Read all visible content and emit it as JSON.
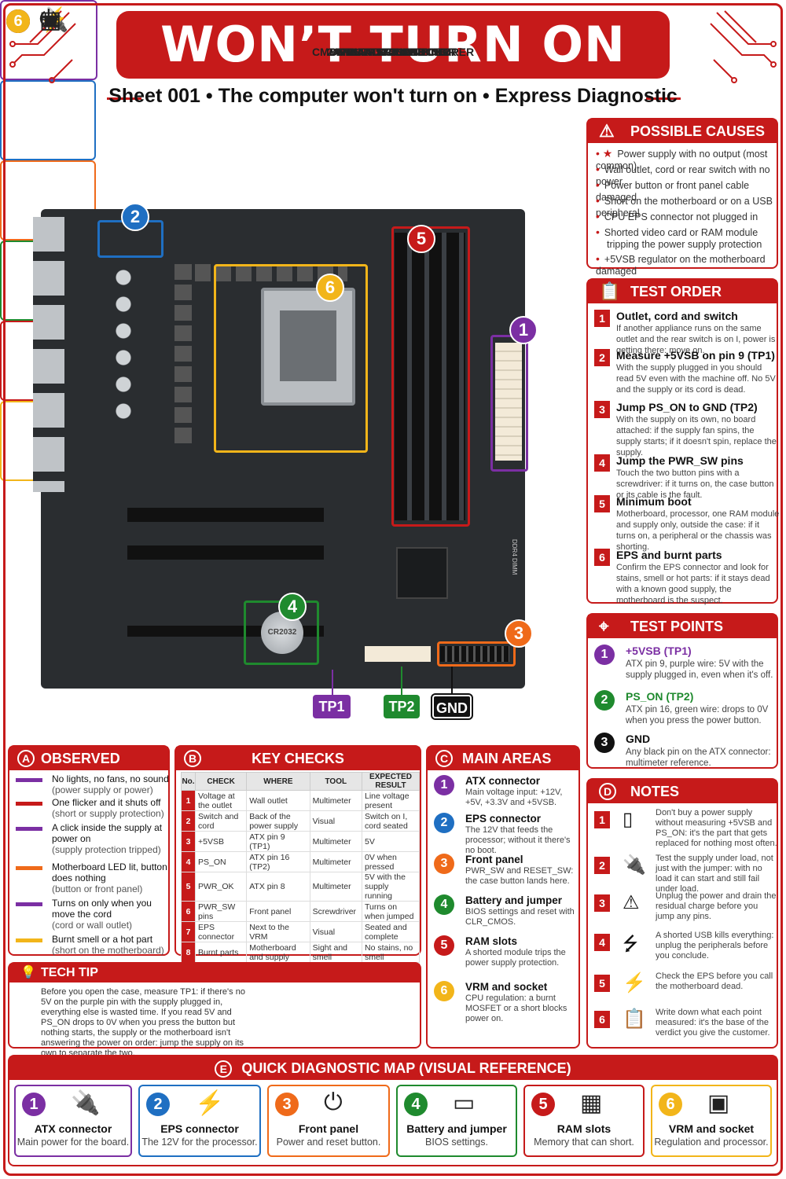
{
  "title": "WON’T TURN ON",
  "subtitle": "Sheet 001 • The computer won't turn on • Express Diagnostic",
  "colors": {
    "red": "#c61a1a",
    "purple": "#7b2fa3",
    "blue": "#1f6fc2",
    "orange": "#ef6a1a",
    "green": "#1f8a2e",
    "yellow": "#f2b51a",
    "black": "#111111"
  },
  "components": [
    {
      "num": "1",
      "label": "24-PIN ATX CONNECTOR",
      "icon": "plug-icon",
      "glyph": "🔌"
    },
    {
      "num": "2",
      "label": "8-PIN EPS CONNECTOR",
      "icon": "lightning-icon",
      "glyph": "⚡"
    },
    {
      "num": "3",
      "label": "FRONT PANEL PINS",
      "icon": "power-icon",
      "glyph": "⏻"
    },
    {
      "num": "4",
      "label": "CMOS BATTERY AND JUMPER",
      "icon": "battery-icon",
      "glyph": "▭"
    },
    {
      "num": "5",
      "label": "RAM SLOTS",
      "icon": "ram-icon",
      "glyph": "▦"
    },
    {
      "num": "6",
      "label": "VRM AND CPU SOCKET",
      "icon": "chip-icon",
      "glyph": "▣"
    }
  ],
  "causes": {
    "title": "POSSIBLE CAUSES",
    "items": [
      "Power supply with no output (most common)",
      "Wall outlet, cord or rear switch with no power",
      "Power button or front panel cable damaged",
      "Short on the motherboard or on a USB peripheral",
      "CPU EPS connector not plugged in",
      "Shorted video card or RAM module tripping the power supply protection",
      "+5VSB regulator on the motherboard damaged"
    ]
  },
  "test_order": {
    "title": "TEST ORDER",
    "steps": [
      {
        "n": "1",
        "t": "Outlet, cord and switch",
        "d": "If another appliance runs on the same outlet and the rear switch is on I, power is getting there: move on."
      },
      {
        "n": "2",
        "t": "Measure +5VSB on pin 9 (TP1)",
        "d": "With the supply plugged in you should read 5V even with the machine off. No 5V and the supply or its cord is dead."
      },
      {
        "n": "3",
        "t": "Jump PS_ON to GND (TP2)",
        "d": "With the supply on its own, no board attached: if the supply fan spins, the supply starts; if it doesn't spin, replace the supply."
      },
      {
        "n": "4",
        "t": "Jump the PWR_SW pins",
        "d": "Touch the two button pins with a screwdriver: if it turns on, the case button or its cable is the fault."
      },
      {
        "n": "5",
        "t": "Minimum boot",
        "d": "Motherboard, processor, one RAM module and supply only, outside the case: if it turns on, a peripheral or the chassis was shorting."
      },
      {
        "n": "6",
        "t": "EPS and burnt parts",
        "d": "Confirm the EPS connector and look for stains, smell or hot parts: if it stays dead with a known good supply, the motherboard is the suspect."
      }
    ]
  },
  "test_points": {
    "title": "TEST POINTS",
    "items": [
      {
        "n": "1",
        "t": "+5VSB (TP1)",
        "d": "ATX pin 9, purple wire: 5V with the supply plugged in, even when it's off."
      },
      {
        "n": "2",
        "t": "PS_ON (TP2)",
        "d": "ATX pin 16, green wire: drops to 0V when you press the power button."
      },
      {
        "n": "3",
        "t": "GND",
        "d": "Any black pin on the ATX connector: multimeter reference."
      }
    ]
  },
  "board": {
    "tp1": "TP1",
    "tp2": "TP2",
    "gnd": "GND",
    "cmos_text": "CR2032",
    "silk": "DDR4 DIMM"
  },
  "symptoms": {
    "letter": "A",
    "title": "OBSERVED SYMPTOM",
    "items": [
      {
        "main": "No lights, no fans, no sound",
        "sub": "(power supply or power)",
        "color": "#7b2fa3"
      },
      {
        "main": "One flicker and it shuts off",
        "sub": "(short or supply protection)",
        "color": "#c61a1a"
      },
      {
        "main": "A click inside the supply at power on",
        "sub": "(supply protection tripped)",
        "color": "#7b2fa3"
      },
      {
        "main": "Motherboard LED lit, button does nothing",
        "sub": "(button or front panel)",
        "color": "#ef6a1a"
      },
      {
        "main": "Turns on only when you move the cord",
        "sub": "(cord or wall outlet)",
        "color": "#7b2fa3"
      },
      {
        "main": "Burnt smell or a hot part",
        "sub": "(short on the motherboard)",
        "color": "#f2b51a"
      }
    ]
  },
  "key_checks": {
    "letter": "B",
    "title": "KEY CHECKS",
    "headers": [
      "No.",
      "CHECK",
      "WHERE",
      "TOOL",
      "EXPECTED RESULT"
    ],
    "rows": [
      [
        "1",
        "Voltage at the outlet",
        "Wall outlet",
        "Multimeter",
        "Line voltage present"
      ],
      [
        "2",
        "Switch and cord",
        "Back of the power supply",
        "Visual",
        "Switch on I, cord seated"
      ],
      [
        "3",
        "+5VSB",
        "ATX pin 9 (TP1)",
        "Multimeter",
        "5V"
      ],
      [
        "4",
        "PS_ON",
        "ATX pin 16 (TP2)",
        "Multimeter",
        "0V when pressed"
      ],
      [
        "5",
        "PWR_OK",
        "ATX pin 8",
        "Multimeter",
        "5V with the supply running"
      ],
      [
        "6",
        "PWR_SW pins",
        "Front panel",
        "Screwdriver",
        "Turns on when jumped"
      ],
      [
        "7",
        "EPS connector",
        "Next to the VRM",
        "Visual",
        "Seated and complete"
      ],
      [
        "8",
        "Burnt parts",
        "Motherboard and supply",
        "Sight and smell",
        "No stains, no smell"
      ]
    ]
  },
  "main_areas": {
    "letter": "C",
    "title": "MAIN AREAS",
    "items": [
      {
        "n": "1",
        "t": "ATX connector",
        "d": "Main voltage input: +12V, +5V, +3.3V and +5VSB."
      },
      {
        "n": "2",
        "t": "EPS connector",
        "d": "The 12V that feeds the processor; without it there's no boot."
      },
      {
        "n": "3",
        "t": "Front panel",
        "d": "PWR_SW and RESET_SW: the case button lands here."
      },
      {
        "n": "4",
        "t": "Battery and jumper",
        "d": "BIOS settings and reset with CLR_CMOS."
      },
      {
        "n": "5",
        "t": "RAM slots",
        "d": "A shorted module trips the power supply protection."
      },
      {
        "n": "6",
        "t": "VRM and socket",
        "d": "CPU regulation: a burnt MOSFET or a short blocks power on."
      }
    ]
  },
  "notes": {
    "letter": "D",
    "title": "NOTES",
    "items": [
      {
        "n": "1",
        "icon": "multimeter-icon",
        "glyph": "▯",
        "t": "Don't buy a power supply without measuring +5VSB and PS_ON: it's the part that gets replaced for nothing most often."
      },
      {
        "n": "2",
        "icon": "plug-icon",
        "glyph": "🔌",
        "t": "Test the supply under load, not just with the jumper: with no load it can start and still fail under load."
      },
      {
        "n": "3",
        "icon": "warning-icon",
        "glyph": "⚠",
        "t": "Unplug the power and drain the residual charge before you jump any pins."
      },
      {
        "n": "4",
        "icon": "usb-icon",
        "glyph": "⭍",
        "t": "A shorted USB kills everything: unplug the peripherals before you conclude."
      },
      {
        "n": "5",
        "icon": "lightning-icon",
        "glyph": "⚡",
        "t": "Check the EPS before you call the motherboard dead."
      },
      {
        "n": "6",
        "icon": "clipboard-icon",
        "glyph": "📋",
        "t": "Write down what each point measured: it's the base of the verdict you give the customer."
      }
    ]
  },
  "tech_tip": {
    "title": "TECH TIP",
    "text": "Before you open the case, measure TP1: if there's no 5V on the purple pin with the supply plugged in, everything else is wasted time. If you read 5V and PS_ON drops to 0V when you press the button but nothing starts, the supply or the motherboard isn't answering the power on order: jump the supply on its own to separate the two."
  },
  "quick_map": {
    "letter": "E",
    "title": "QUICK DIAGNOSTIC MAP (VISUAL REFERENCE)",
    "items": [
      {
        "n": "1",
        "t": "ATX connector",
        "d": "Main power for the board.",
        "icon": "plug-icon",
        "glyph": "🔌"
      },
      {
        "n": "2",
        "t": "EPS connector",
        "d": "The 12V for the processor.",
        "icon": "lightning-icon",
        "glyph": "⚡"
      },
      {
        "n": "3",
        "t": "Front panel",
        "d": "Power and reset button.",
        "icon": "power-icon",
        "glyph": "⏻"
      },
      {
        "n": "4",
        "t": "Battery and jumper",
        "d": "BIOS settings.",
        "icon": "battery-icon",
        "glyph": "▭"
      },
      {
        "n": "5",
        "t": "RAM slots",
        "d": "Memory that can short.",
        "icon": "ram-icon",
        "glyph": "▦"
      },
      {
        "n": "6",
        "t": "VRM and socket",
        "d": "Regulation and processor.",
        "icon": "chip-icon",
        "glyph": "▣"
      }
    ]
  }
}
